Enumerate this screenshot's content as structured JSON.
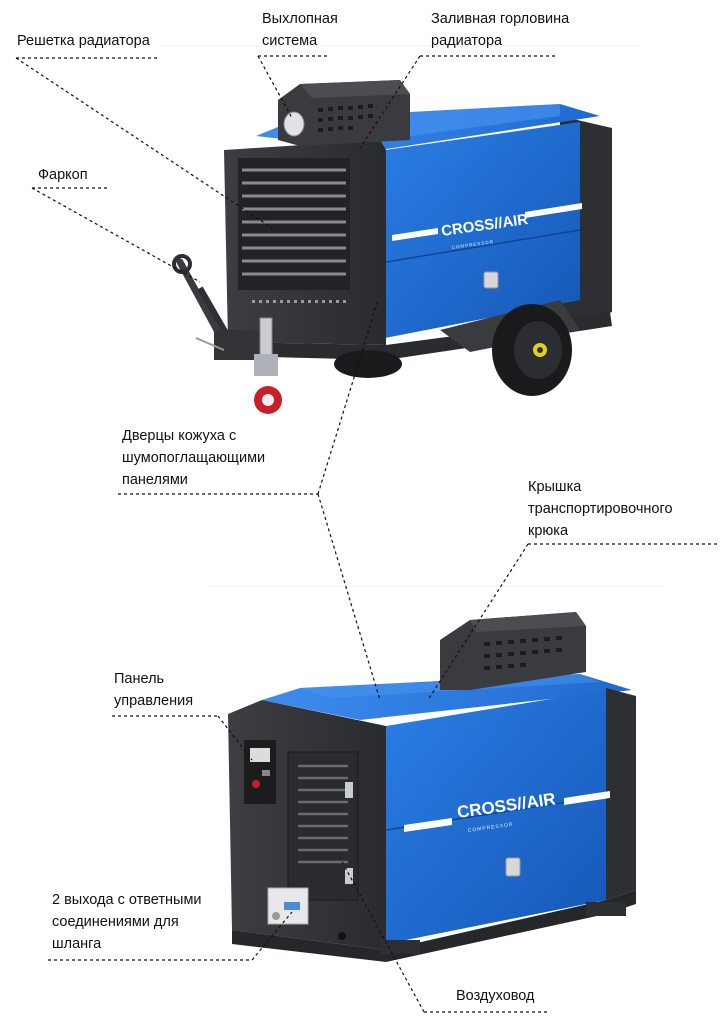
{
  "labels": {
    "radiator_grille": [
      "Решетка радиатора"
    ],
    "exhaust_system": [
      "Выхлопная",
      "система"
    ],
    "radiator_filler_neck": [
      "Заливная горловина",
      "радиатора"
    ],
    "towbar": [
      "Фаркоп"
    ],
    "casing_doors": [
      "Дверцы кожуха с",
      "шумопоглащающими",
      "панелями"
    ],
    "lifting_hook_cover": [
      "Крышка",
      "транспортировочного",
      "крюка"
    ],
    "control_panel": [
      "Панель",
      "управления"
    ],
    "hose_outlets": [
      "2 выхода с ответными",
      "соединениями для",
      "шланга"
    ],
    "air_duct": [
      "Воздуховод"
    ]
  },
  "brand": {
    "logo_text": "CROSS//AIR",
    "logo_subtext": "COMPRESSOR"
  },
  "colors": {
    "body_blue": "#1f6fd8",
    "body_blue_dark": "#1554b0",
    "frame_dark": "#3a3b3e",
    "frame_darker": "#26272a",
    "leader_line": "#111111",
    "wheel_red": "#c8202a",
    "wheel_yellow": "#e0d21a"
  }
}
